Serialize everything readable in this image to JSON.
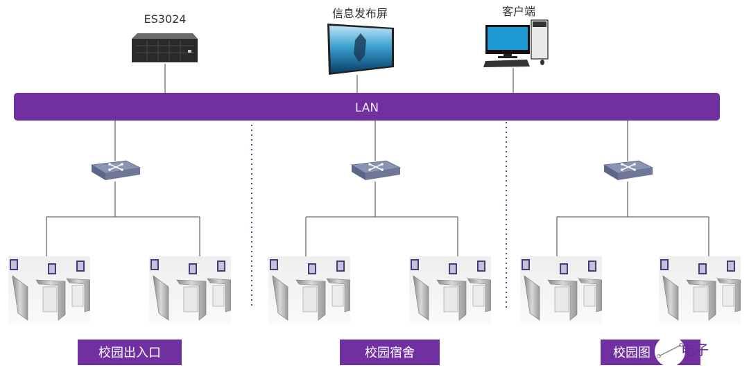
{
  "colors": {
    "lan_bar": "#7030a0",
    "site_label_bg": "#7030a0",
    "lines": "#6b6b6b",
    "separator": "#3a5a8c"
  },
  "top_devices": [
    {
      "label": "ES3024",
      "icon": "server-icon"
    },
    {
      "label": "信息发布屏",
      "icon": "display-screen-icon"
    },
    {
      "label": "客户端",
      "icon": "desktop-computer-icon"
    }
  ],
  "lan": {
    "label": "LAN"
  },
  "sites": [
    {
      "label": "校园出入口",
      "switch_icon": "network-switch-icon",
      "device_icon": "turnstile-gate-icon"
    },
    {
      "label": "校园宿舍",
      "switch_icon": "network-switch-icon",
      "device_icon": "turnstile-gate-icon"
    },
    {
      "label": "校园图",
      "switch_icon": "network-switch-icon",
      "device_icon": "turnstile-gate-icon"
    }
  ],
  "watermark": {
    "text": "电子"
  }
}
